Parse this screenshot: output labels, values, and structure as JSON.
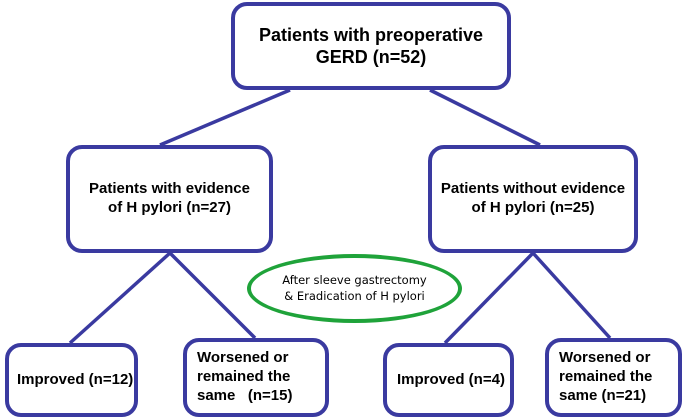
{
  "root": {
    "line1": "Patients with preoperative",
    "line2": "GERD (n=52)"
  },
  "branches": {
    "with_hp": {
      "line1": "Patients with evidence",
      "line2": "of H pylori (n=27)"
    },
    "without_hp": {
      "line1": "Patients without evidence",
      "line2": "of H pylori (n=25)"
    }
  },
  "note": {
    "line1": "After sleeve gastrectomy",
    "line2": "& Eradication of H pylori"
  },
  "outcomes": {
    "with_improved": {
      "line1": "Improved (n=12)"
    },
    "with_worsened": {
      "line1": "Worsened or",
      "line2": "remained the",
      "line3": "same   (n=15)"
    },
    "without_improved": {
      "line1": "Improved (n=4)"
    },
    "without_worsened": {
      "line1": "Worsened or",
      "line2": "remained the",
      "line3": "same (n=21)"
    }
  },
  "colors": {
    "box_border": "#3a3aa0",
    "connector": "#3a3aa0",
    "note_border": "#1fa33a",
    "text": "#000000"
  }
}
